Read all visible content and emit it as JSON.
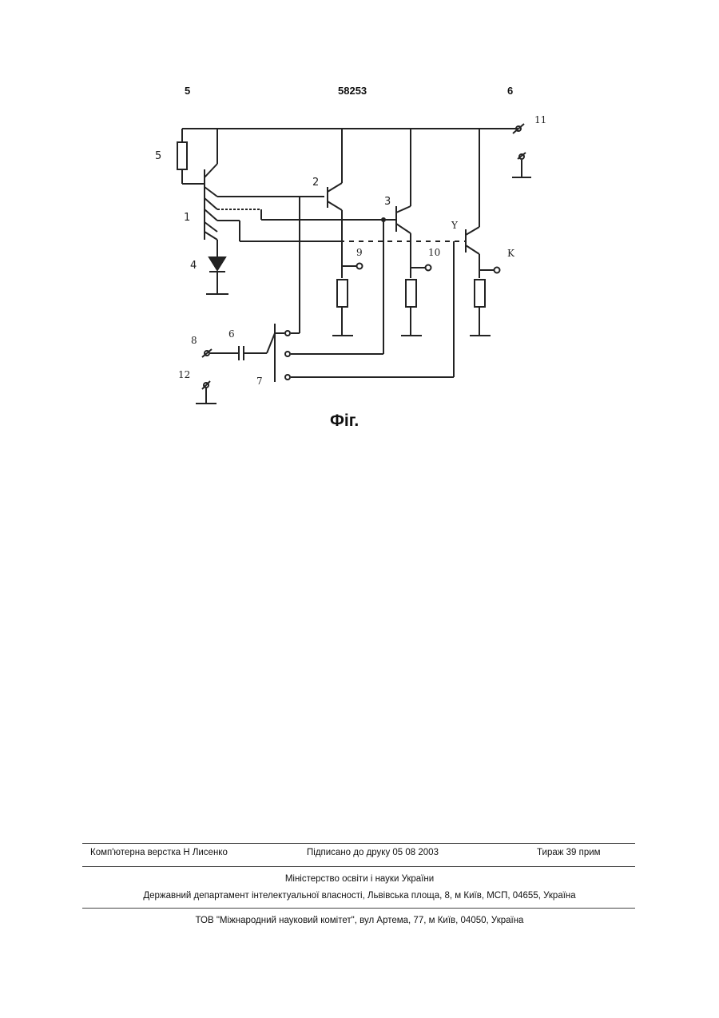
{
  "header": {
    "left_page": "5",
    "patent_number": "58253",
    "right_page": "6"
  },
  "figure": {
    "caption": "Фіг.",
    "labels": {
      "n1": "1",
      "n2": "2",
      "n3": "3",
      "n4": "4",
      "n5": "5",
      "n6": "6",
      "n7": "7",
      "n8": "8",
      "n9": "9",
      "n10": "10",
      "n11": "11",
      "n12": "12",
      "ny": "Y",
      "nk": "K"
    }
  },
  "footer": {
    "layout_credit": "Комп'ютерна верстка Н  Лисенко",
    "signed": "Підписано до друку 05 08 2003",
    "print_run": "Тираж 39 прим",
    "ministry": "Міністерство освіти і науки України",
    "department": "Державний департамент інтелектуальної власності, Львівська площа, 8, м  Київ, МСП, 04655, Україна",
    "printer": "ТОВ \"Міжнародний науковий комітет\", вул  Артема, 77, м  Київ, 04050, Україна"
  }
}
